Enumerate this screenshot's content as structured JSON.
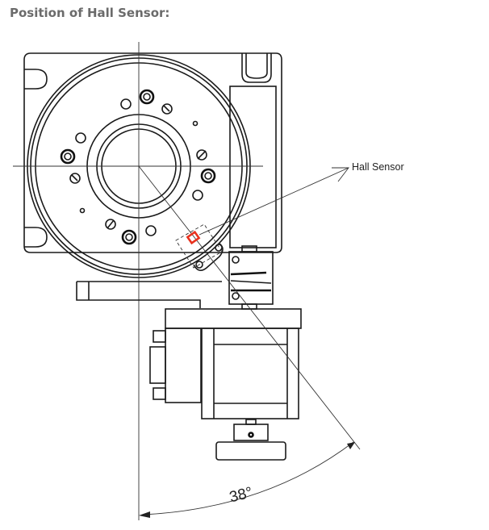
{
  "heading": "Position of Hall Sensor:",
  "diagram": {
    "callout_label": "Hall Sensor",
    "angle_label": "38°",
    "angle_degrees": 38,
    "sensor_color": "#e8321e",
    "line_color": "#1a1a1a",
    "heading_color": "#6b6b6b"
  }
}
